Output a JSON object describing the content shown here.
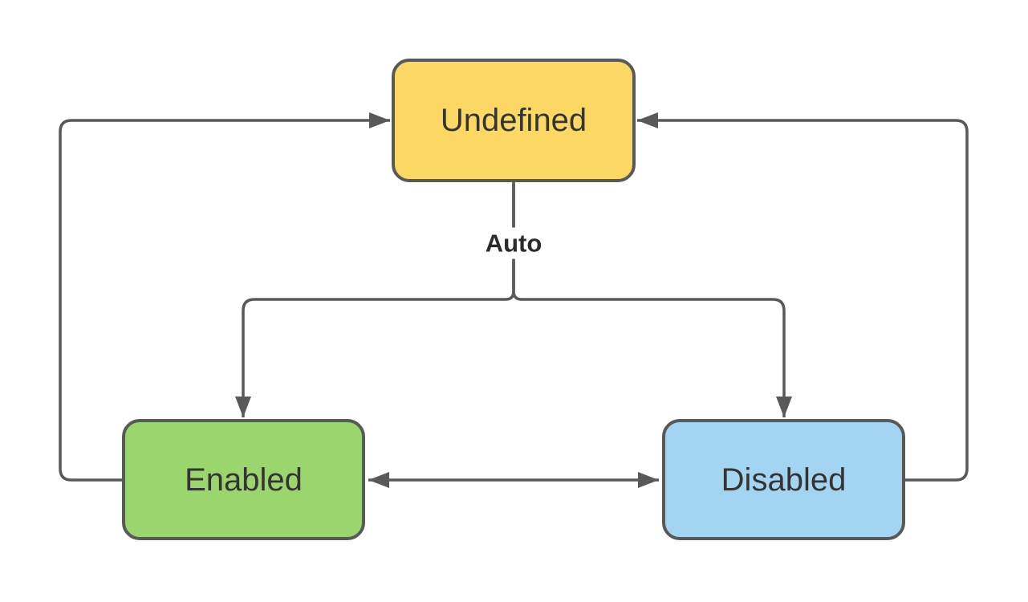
{
  "diagram": {
    "type": "state-diagram",
    "nodes": [
      {
        "id": "undefined",
        "label": "Undefined",
        "fill": "#FBD863",
        "shape": "rounded-rectangle"
      },
      {
        "id": "enabled",
        "label": "Enabled",
        "fill": "#9BD56E",
        "shape": "rounded-rectangle"
      },
      {
        "id": "disabled",
        "label": "Disabled",
        "fill": "#A3D5F2",
        "shape": "rounded-rectangle"
      }
    ],
    "edges": [
      {
        "from": "Undefined",
        "to": "Enabled",
        "label": "Auto",
        "style": "branch-down"
      },
      {
        "from": "Undefined",
        "to": "Disabled",
        "label": "Auto",
        "style": "branch-down"
      },
      {
        "from": "Enabled",
        "to": "Undefined",
        "label": "",
        "style": "loop-left"
      },
      {
        "from": "Disabled",
        "to": "Undefined",
        "label": "",
        "style": "loop-right"
      },
      {
        "from": "Enabled",
        "to": "Disabled",
        "label": "",
        "style": "bidirectional"
      }
    ],
    "colors": {
      "background": "#FFFFFF",
      "connector_stroke": "#595959",
      "node_border": "#595959",
      "node_text": "#343434",
      "edge_label_text": "#2B2B2B"
    }
  }
}
